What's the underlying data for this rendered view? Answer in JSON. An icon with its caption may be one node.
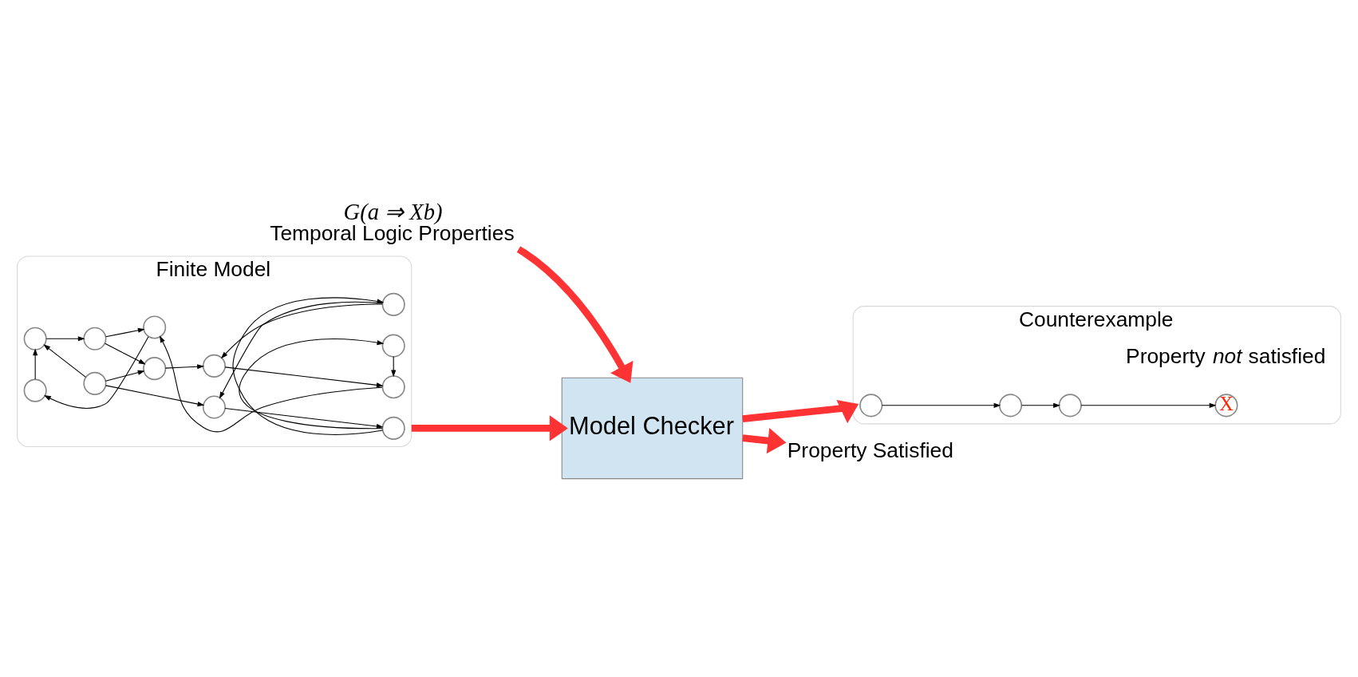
{
  "diagram": {
    "nodes": [
      {
        "text": [
          "Finite Model"
        ]
      },
      {
        "text": [],
        "shape": "circle",
        "in": 0
      },
      {
        "text": [],
        "shape": "circle",
        "in": 0
      },
      {
        "text": [],
        "shape": "circle",
        "in": 0
      },
      {
        "text": [],
        "shape": "circle",
        "in": 0
      },
      {
        "text": [],
        "shape": "circle",
        "in": 0
      },
      {
        "text": [],
        "shape": "circle",
        "in": 0
      },
      {
        "text": [],
        "shape": "circle",
        "in": 0
      },
      {
        "text": [],
        "shape": "circle",
        "in": 0
      },
      {
        "text": [],
        "shape": "circle",
        "in": 0
      },
      {
        "text": [],
        "shape": "circle",
        "in": 0
      },
      {
        "text": [],
        "shape": "circle",
        "in": 0
      },
      {
        "text": [],
        "shape": "circle",
        "in": 0
      },
      {
        "text": [
          "G(a ⇒ Xb)",
          "Temporal Logic Properties"
        ]
      },
      {
        "text": [
          "Model Checker"
        ]
      },
      {
        "text": [
          "Counterexample"
        ]
      },
      {
        "text": [],
        "shape": "circle",
        "in": 15
      },
      {
        "text": [],
        "shape": "circle",
        "in": 15
      },
      {
        "text": [],
        "shape": "circle",
        "in": 15
      },
      {
        "text": [
          "X"
        ],
        "in": 15
      },
      {
        "text": [
          "Property Satisfied"
        ]
      }
    ],
    "edges": [
      {
        "from": 1,
        "to": 2,
        "arrow": "to"
      },
      {
        "from": 2,
        "to": 3,
        "arrow": "to"
      },
      {
        "from": 1,
        "to": 4,
        "arrow": "to"
      },
      {
        "from": 1,
        "to": 5,
        "arrow": "to"
      },
      {
        "from": 3,
        "to": 6,
        "arrow": "to"
      },
      {
        "from": 3,
        "to": 9,
        "arrow": "to"
      },
      {
        "from": 6,
        "to": 2,
        "arrow": "to"
      },
      {
        "from": 6,
        "to": 8,
        "arrow": "to"
      },
      {
        "from": 4,
        "to": 7,
        "arrow": "to"
      },
      {
        "from": 7,
        "to": 5,
        "arrow": "to"
      },
      {
        "from": 5,
        "to": 8,
        "arrow": "to"
      },
      {
        "from": 7,
        "to": 11,
        "arrow": "to"
      },
      {
        "from": 8,
        "to": 12,
        "arrow": "to"
      },
      {
        "from": 9,
        "to": 12,
        "arrow": "to"
      },
      {
        "from": 12,
        "to": 11,
        "arrow": "to"
      },
      {
        "from": 11,
        "to": 10,
        "arrow": "to"
      },
      {
        "from": 10,
        "to": 4,
        "arrow": "to"
      },
      {
        "from": 16,
        "to": 17,
        "arrow": "to"
      },
      {
        "from": 17,
        "to": 18,
        "arrow": "to"
      },
      {
        "from": 18,
        "to": 19,
        "arrow": "to"
      },
      {
        "from": 0,
        "to": 14,
        "arrow": "to",
        "style": "thick",
        "color": "#ff3333"
      },
      {
        "from": 13,
        "to": 14,
        "arrow": "to",
        "style": "thick",
        "color": "#ff3333"
      },
      {
        "from": 14,
        "to": 15,
        "arrow": "to",
        "style": "thick",
        "color": "#ff3333"
      },
      {
        "from": 14,
        "to": 20,
        "arrow": "to",
        "style": "thick",
        "color": "#ff3333"
      }
    ],
    "labels": [
      "Property *not* satisfied"
    ]
  }
}
